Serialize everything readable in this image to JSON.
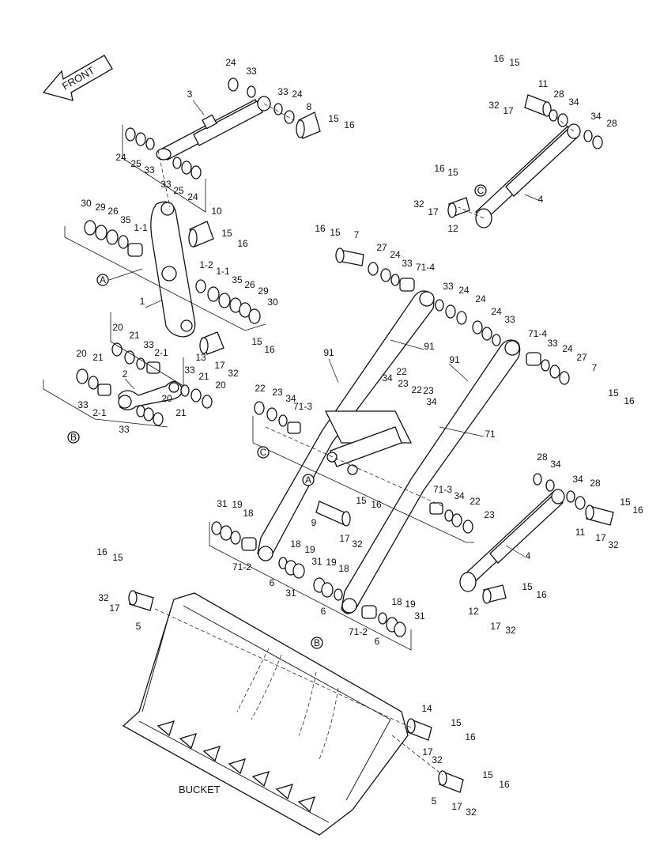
{
  "front_label": "FRONT",
  "bucket_label": "BUCKET",
  "ref_marks": {
    "A": "A",
    "B": "B",
    "C": "C"
  },
  "labels": [
    {
      "id": "l1",
      "t": "24"
    },
    {
      "id": "l2",
      "t": "33"
    },
    {
      "id": "l3",
      "t": "3"
    },
    {
      "id": "l4",
      "t": "33"
    },
    {
      "id": "l5",
      "t": "24"
    },
    {
      "id": "l6",
      "t": "8"
    },
    {
      "id": "l7",
      "t": "15"
    },
    {
      "id": "l8",
      "t": "16"
    },
    {
      "id": "l9",
      "t": "24"
    },
    {
      "id": "l10",
      "t": "25"
    },
    {
      "id": "l11",
      "t": "33"
    },
    {
      "id": "l12",
      "t": "33"
    },
    {
      "id": "l13",
      "t": "25"
    },
    {
      "id": "l14",
      "t": "24"
    },
    {
      "id": "l15",
      "t": "30"
    },
    {
      "id": "l16",
      "t": "29"
    },
    {
      "id": "l17",
      "t": "26"
    },
    {
      "id": "l18",
      "t": "35"
    },
    {
      "id": "l19",
      "t": "1-1"
    },
    {
      "id": "l20",
      "t": "10"
    },
    {
      "id": "l21",
      "t": "15"
    },
    {
      "id": "l22",
      "t": "16"
    },
    {
      "id": "l23",
      "t": "1-2"
    },
    {
      "id": "l24",
      "t": "1-1"
    },
    {
      "id": "l25",
      "t": "35"
    },
    {
      "id": "l26",
      "t": "26"
    },
    {
      "id": "l27",
      "t": "29"
    },
    {
      "id": "l28",
      "t": "30"
    },
    {
      "id": "l29",
      "t": "1"
    },
    {
      "id": "l30",
      "t": "20"
    },
    {
      "id": "l31",
      "t": "21"
    },
    {
      "id": "l32",
      "t": "33"
    },
    {
      "id": "l33",
      "t": "2-1"
    },
    {
      "id": "l34",
      "t": "13"
    },
    {
      "id": "l35",
      "t": "15"
    },
    {
      "id": "l36",
      "t": "16"
    },
    {
      "id": "l37",
      "t": "17"
    },
    {
      "id": "l38",
      "t": "32"
    },
    {
      "id": "l39",
      "t": "20"
    },
    {
      "id": "l40",
      "t": "21"
    },
    {
      "id": "l41",
      "t": "2"
    },
    {
      "id": "l42",
      "t": "33"
    },
    {
      "id": "l43",
      "t": "21"
    },
    {
      "id": "l44",
      "t": "20"
    },
    {
      "id": "l45",
      "t": "20"
    },
    {
      "id": "l46",
      "t": "33"
    },
    {
      "id": "l47",
      "t": "2-1"
    },
    {
      "id": "l48",
      "t": "21"
    },
    {
      "id": "l49",
      "t": "33"
    },
    {
      "id": "l50",
      "t": "16"
    },
    {
      "id": "l51",
      "t": "15"
    },
    {
      "id": "l52",
      "t": "11"
    },
    {
      "id": "l53",
      "t": "28"
    },
    {
      "id": "l54",
      "t": "34"
    },
    {
      "id": "l55",
      "t": "32"
    },
    {
      "id": "l56",
      "t": "17"
    },
    {
      "id": "l57",
      "t": "34"
    },
    {
      "id": "l58",
      "t": "28"
    },
    {
      "id": "l59",
      "t": "16"
    },
    {
      "id": "l60",
      "t": "15"
    },
    {
      "id": "l61",
      "t": "4"
    },
    {
      "id": "l62",
      "t": "32"
    },
    {
      "id": "l63",
      "t": "17"
    },
    {
      "id": "l64",
      "t": "12"
    },
    {
      "id": "l65",
      "t": "16"
    },
    {
      "id": "l66",
      "t": "15"
    },
    {
      "id": "l67",
      "t": "7"
    },
    {
      "id": "l68",
      "t": "27"
    },
    {
      "id": "l69",
      "t": "24"
    },
    {
      "id": "l70",
      "t": "33"
    },
    {
      "id": "l71",
      "t": "71-4"
    },
    {
      "id": "l72",
      "t": "33"
    },
    {
      "id": "l73",
      "t": "24"
    },
    {
      "id": "l74",
      "t": "24"
    },
    {
      "id": "l75",
      "t": "24"
    },
    {
      "id": "l76",
      "t": "33"
    },
    {
      "id": "l77",
      "t": "91"
    },
    {
      "id": "l78",
      "t": "91"
    },
    {
      "id": "l79",
      "t": "71-4"
    },
    {
      "id": "l80",
      "t": "33"
    },
    {
      "id": "l81",
      "t": "24"
    },
    {
      "id": "l82",
      "t": "27"
    },
    {
      "id": "l83",
      "t": "7"
    },
    {
      "id": "l84",
      "t": "91"
    },
    {
      "id": "l85",
      "t": "34"
    },
    {
      "id": "l86",
      "t": "22"
    },
    {
      "id": "l87",
      "t": "23"
    },
    {
      "id": "l88",
      "t": "22"
    },
    {
      "id": "l89",
      "t": "23"
    },
    {
      "id": "l90",
      "t": "34"
    },
    {
      "id": "l91",
      "t": "15"
    },
    {
      "id": "l92",
      "t": "16"
    },
    {
      "id": "l93",
      "t": "22"
    },
    {
      "id": "l94",
      "t": "23"
    },
    {
      "id": "l95",
      "t": "34"
    },
    {
      "id": "l96",
      "t": "71-3"
    },
    {
      "id": "l97",
      "t": "71"
    },
    {
      "id": "l98",
      "t": "28"
    },
    {
      "id": "l99",
      "t": "34"
    },
    {
      "id": "l100",
      "t": "34"
    },
    {
      "id": "l101",
      "t": "28"
    },
    {
      "id": "l102",
      "t": "15"
    },
    {
      "id": "l103",
      "t": "16"
    },
    {
      "id": "l104",
      "t": "71-3"
    },
    {
      "id": "l105",
      "t": "34"
    },
    {
      "id": "l106",
      "t": "22"
    },
    {
      "id": "l107",
      "t": "23"
    },
    {
      "id": "l108",
      "t": "11"
    },
    {
      "id": "l109",
      "t": "17"
    },
    {
      "id": "l110",
      "t": "32"
    },
    {
      "id": "l111",
      "t": "4"
    },
    {
      "id": "l112",
      "t": "15"
    },
    {
      "id": "l113",
      "t": "16"
    },
    {
      "id": "l114",
      "t": "9"
    },
    {
      "id": "l115",
      "t": "17"
    },
    {
      "id": "l116",
      "t": "32"
    },
    {
      "id": "l117",
      "t": "31"
    },
    {
      "id": "l118",
      "t": "19"
    },
    {
      "id": "l119",
      "t": "18"
    },
    {
      "id": "l120",
      "t": "71-2"
    },
    {
      "id": "l121",
      "t": "18"
    },
    {
      "id": "l122",
      "t": "19"
    },
    {
      "id": "l123",
      "t": "31"
    },
    {
      "id": "l124",
      "t": "19"
    },
    {
      "id": "l125",
      "t": "18"
    },
    {
      "id": "l126",
      "t": "6"
    },
    {
      "id": "l127",
      "t": "31"
    },
    {
      "id": "l128",
      "t": "6"
    },
    {
      "id": "l129",
      "t": "12"
    },
    {
      "id": "l130",
      "t": "15"
    },
    {
      "id": "l131",
      "t": "16"
    },
    {
      "id": "l132",
      "t": "17"
    },
    {
      "id": "l133",
      "t": "32"
    },
    {
      "id": "l134",
      "t": "16"
    },
    {
      "id": "l135",
      "t": "15"
    },
    {
      "id": "l136",
      "t": "32"
    },
    {
      "id": "l137",
      "t": "17"
    },
    {
      "id": "l138",
      "t": "5"
    },
    {
      "id": "l139",
      "t": "18"
    },
    {
      "id": "l140",
      "t": "19"
    },
    {
      "id": "l141",
      "t": "31"
    },
    {
      "id": "l142",
      "t": "71-2"
    },
    {
      "id": "l143",
      "t": "6"
    },
    {
      "id": "l144",
      "t": "14"
    },
    {
      "id": "l145",
      "t": "15"
    },
    {
      "id": "l146",
      "t": "16"
    },
    {
      "id": "l147",
      "t": "17"
    },
    {
      "id": "l148",
      "t": "32"
    },
    {
      "id": "l149",
      "t": "15"
    },
    {
      "id": "l150",
      "t": "16"
    },
    {
      "id": "l151",
      "t": "5"
    },
    {
      "id": "l152",
      "t": "17"
    },
    {
      "id": "l153",
      "t": "32"
    }
  ]
}
